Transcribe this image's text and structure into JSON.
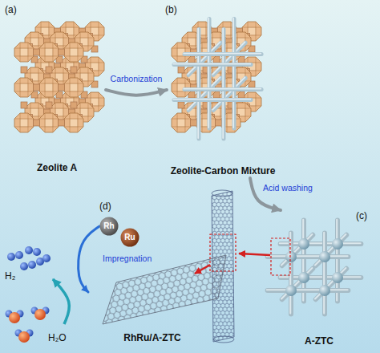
{
  "diagram": {
    "nodes": [
      {
        "text": [
          "Zeolite A"
        ]
      },
      {
        "text": [
          "Zeolite-Carbon Mixture"
        ]
      },
      {
        "text": [
          "Rh"
        ]
      },
      {
        "text": [
          "Ru"
        ]
      },
      {
        "text": [
          "RhRu/A-ZTC"
        ]
      },
      {
        "text": [
          "A-ZTC"
        ]
      }
    ],
    "edges": [
      {
        "from": 0,
        "to": 1,
        "arrow": "to",
        "label": "Carbonization"
      },
      {
        "from": 1,
        "to": 5,
        "arrow": "to",
        "label": "Acid washing"
      },
      {
        "from": 2,
        "to": 4,
        "arrow": "to",
        "label": "Impregnation"
      }
    ],
    "labels": [
      "(a)",
      "(b)",
      "(c)",
      "(d)",
      "H₂",
      "H₂O"
    ]
  }
}
